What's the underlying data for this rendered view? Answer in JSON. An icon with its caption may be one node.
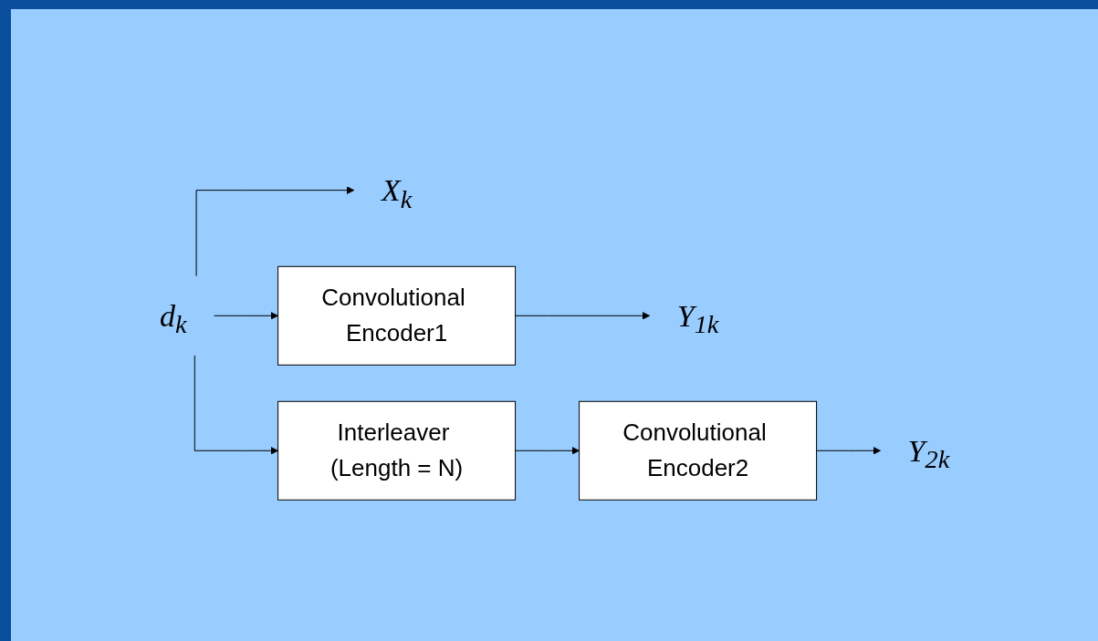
{
  "diagram": {
    "nodes": [
      {
        "text": [
          "d$_{k}$"
        ]
      },
      {
        "text": [
          "X$_{k}$"
        ]
      },
      {
        "text": [
          "Convolutional Encoder1"
        ]
      },
      {
        "text": [
          "Y$_{1k}$"
        ]
      },
      {
        "text": [
          "Interleaver (Length = N)"
        ]
      },
      {
        "text": [
          "Convolutional Encoder2"
        ]
      },
      {
        "text": [
          "Y$_{2k}$"
        ]
      }
    ],
    "edges": [
      {
        "from": 0,
        "to": 1,
        "arrow": "to"
      },
      {
        "from": 0,
        "to": 2,
        "arrow": "to"
      },
      {
        "from": 0,
        "to": 4,
        "arrow": "to"
      },
      {
        "from": 2,
        "to": 3,
        "arrow": "to"
      },
      {
        "from": 4,
        "to": 5,
        "arrow": "to"
      },
      {
        "from": 5,
        "to": 6,
        "arrow": "to"
      }
    ]
  }
}
